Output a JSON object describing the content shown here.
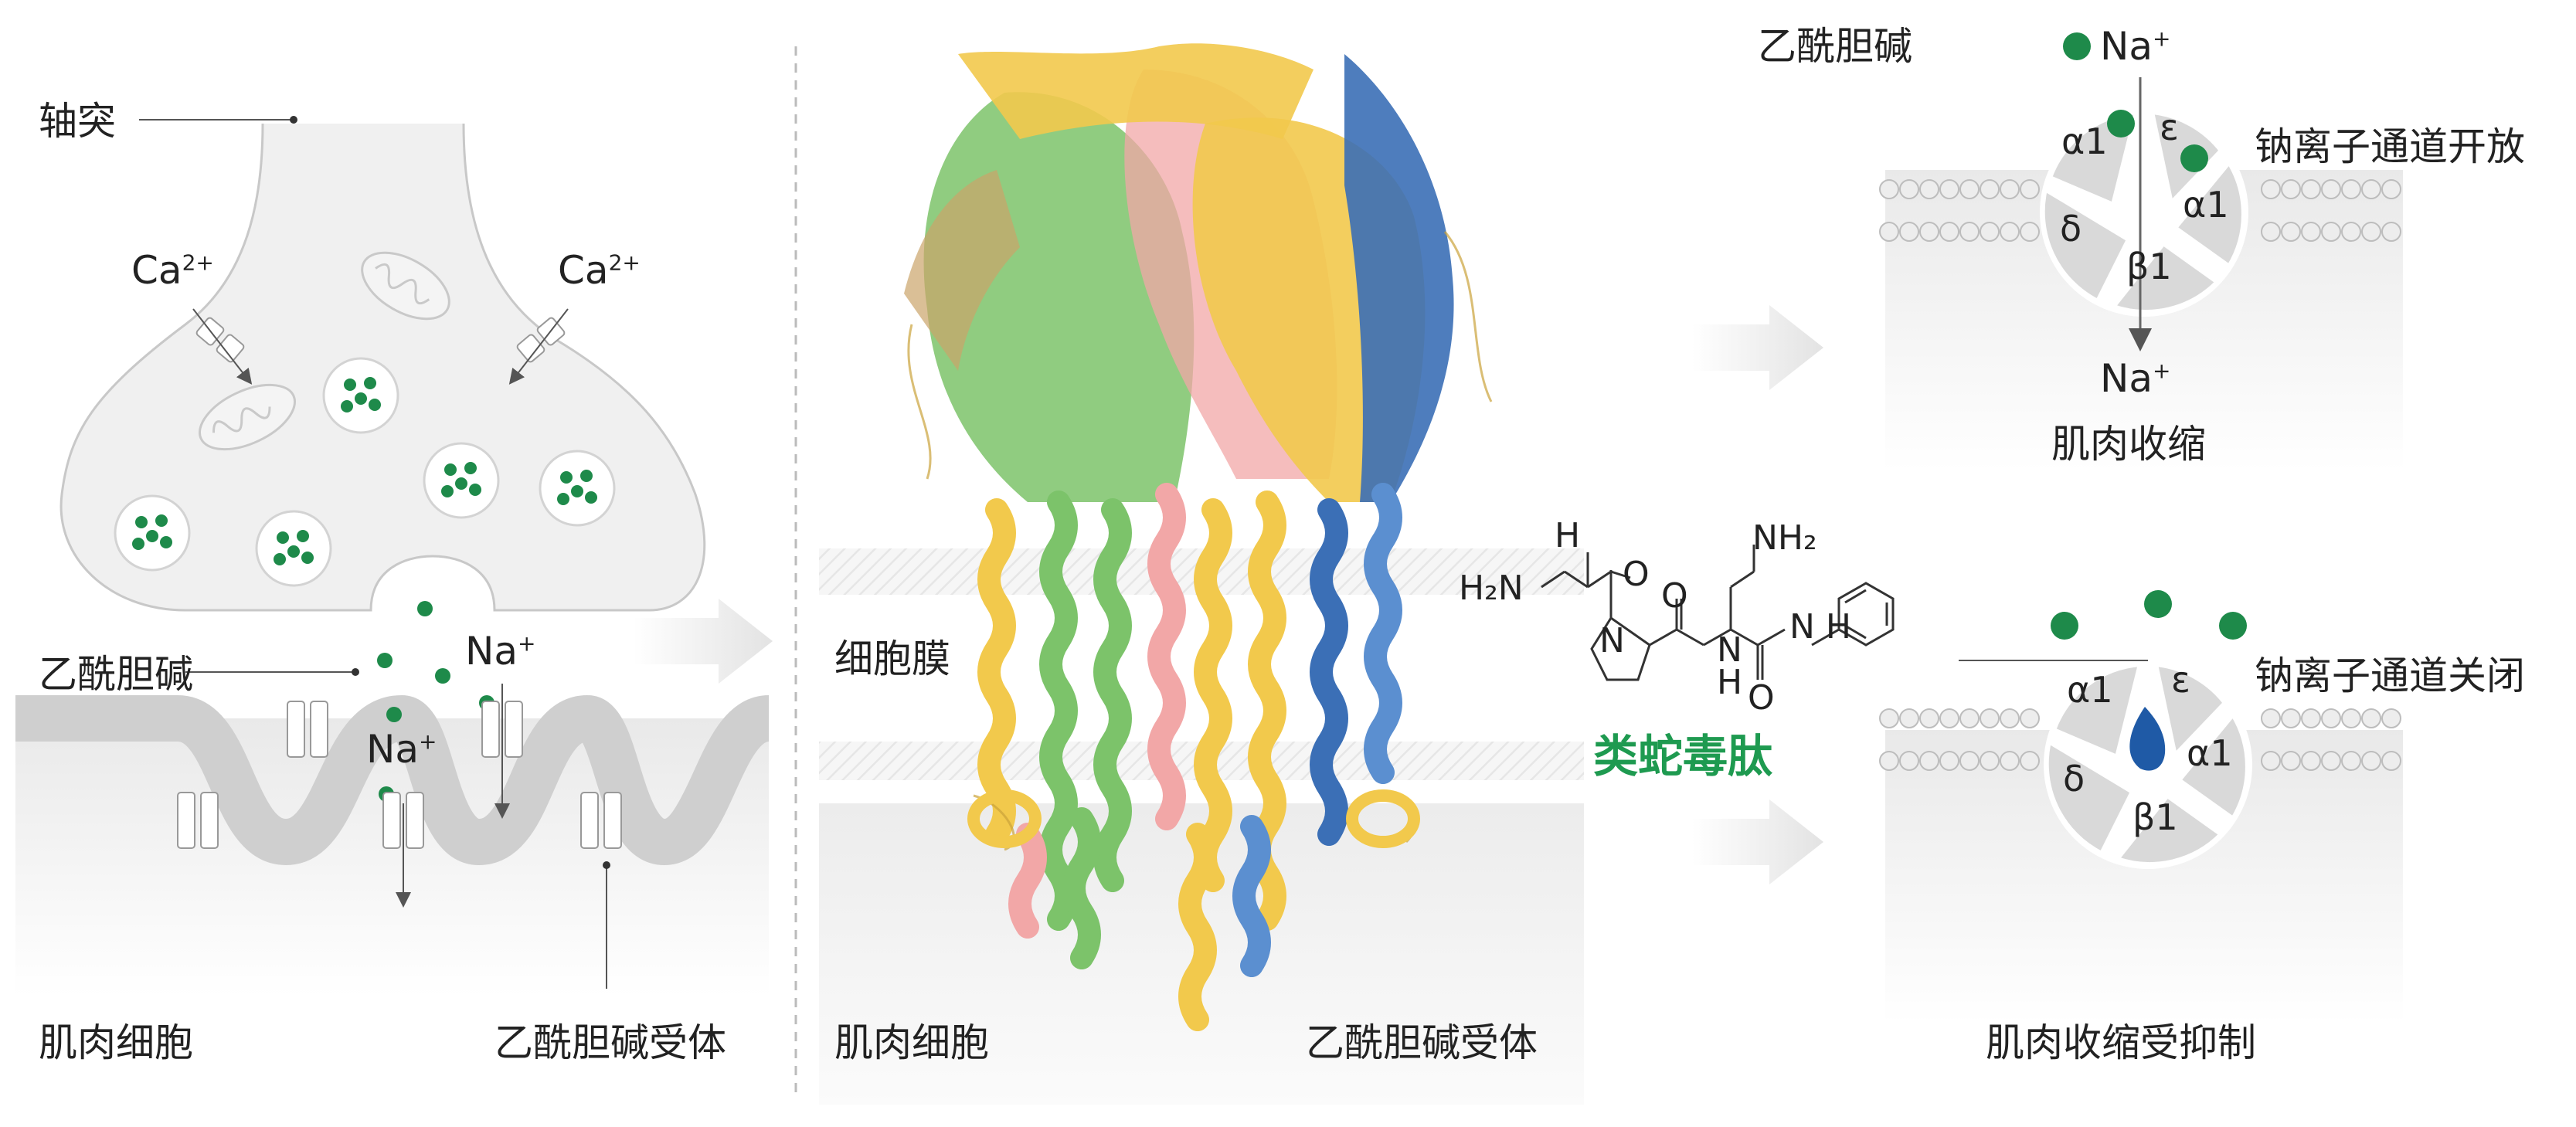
{
  "panel_left": {
    "axon": "轴突",
    "ca_left": "Ca",
    "ca_right": "Ca",
    "ca_charge": "2+",
    "acetylcholine": "乙酰胆碱",
    "na_1": "Na",
    "na_2": "Na",
    "na_charge": "+",
    "muscle_cell": "肌肉细胞",
    "receptor": "乙酰胆碱受体"
  },
  "panel_mid": {
    "membrane": "细胞膜",
    "muscle_cell": "肌肉细胞",
    "receptor": "乙酰胆碱受体"
  },
  "peptide": {
    "name": "类蛇毒肽",
    "atom_H": "H",
    "atom_H2N": "H₂N",
    "atom_O": "O",
    "atom_N": "N",
    "atom_NH2": "NH₂",
    "atom_NH": "N H",
    "atom_H_low": "H"
  },
  "panel_top_right": {
    "acetylcholine": "乙酰胆碱",
    "na_top": "Na",
    "na_bottom": "Na",
    "na_charge": "+",
    "channel_open": "钠离子通道开放",
    "contraction": "肌肉收缩",
    "sub_a1_left": "α1",
    "sub_e": "ε",
    "sub_a1_right": "α1",
    "sub_d": "δ",
    "sub_b1": "β1"
  },
  "panel_bottom_right": {
    "channel_closed": "钠离子通道关闭",
    "contraction_inhibited": "肌肉收缩受抑制",
    "sub_a1_left": "α1",
    "sub_e": "ε",
    "sub_a1_right": "α1",
    "sub_d": "δ",
    "sub_b1": "β1"
  },
  "colors": {
    "green_dot": "#1e8a4a",
    "yellow_helix": "#f2c94c",
    "green_helix": "#7cc36a",
    "pink_helix": "#f2a7a7",
    "blue_helix": "#3b6fb6",
    "toxin_blue": "#1f5aa6",
    "title_green": "#1e9a50"
  }
}
